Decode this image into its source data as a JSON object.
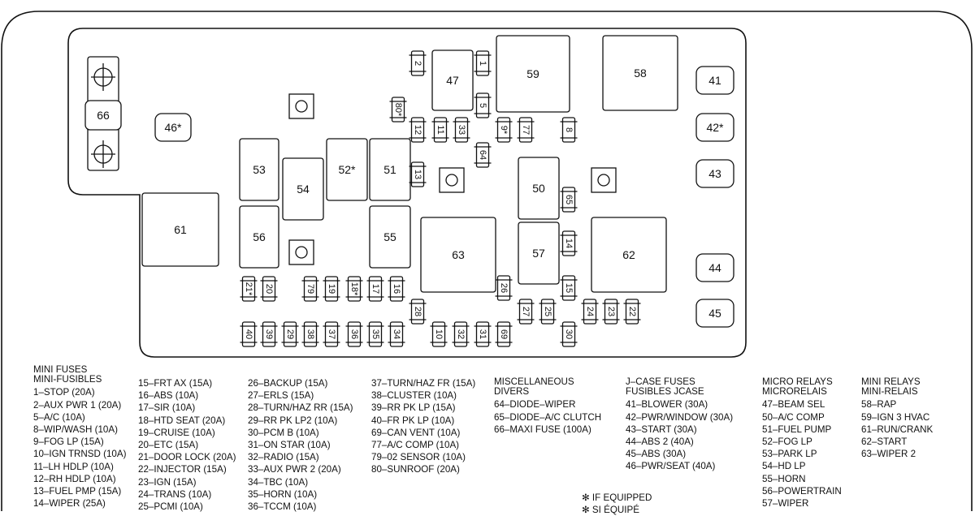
{
  "components": {
    "fuse_66": "66",
    "relay_46": "46*",
    "relay_41": "41",
    "relay_42": "42*",
    "relay_43": "43",
    "relay_44": "44",
    "relay_45": "45",
    "relay_59": "59",
    "relay_58": "58",
    "relay_47": "47",
    "relay_53": "53",
    "relay_54": "54",
    "relay_52": "52*",
    "relay_51": "51",
    "relay_61": "61",
    "relay_56": "56",
    "relay_55": "55",
    "relay_63": "63",
    "relay_50": "50",
    "relay_57": "57",
    "relay_62": "62",
    "fuse_2": "2",
    "fuse_1": "1",
    "fuse_5": "5",
    "fuse_80": "80*",
    "fuse_12": "12",
    "fuse_11": "11",
    "fuse_33": "33",
    "fuse_9": "9*",
    "fuse_77": "77",
    "fuse_8": "8",
    "fuse_64": "64",
    "fuse_13": "13",
    "fuse_65": "65",
    "fuse_14": "14",
    "fuse_15": "15",
    "fuse_26": "26",
    "fuse_21": "21*",
    "fuse_20": "20",
    "fuse_79": "79",
    "fuse_19": "19",
    "fuse_18": "18*",
    "fuse_17": "17",
    "fuse_16": "16",
    "fuse_28": "28",
    "fuse_27": "27",
    "fuse_25": "25",
    "fuse_24": "24",
    "fuse_23": "23",
    "fuse_22": "22",
    "fuse_40": "40",
    "fuse_39": "39",
    "fuse_29": "29",
    "fuse_38": "38",
    "fuse_37": "37",
    "fuse_36": "36",
    "fuse_35": "35",
    "fuse_34": "34",
    "fuse_10": "10",
    "fuse_32": "32",
    "fuse_31": "31",
    "fuse_69": "69",
    "fuse_30": "30"
  },
  "legend": {
    "mini_fuses": {
      "title": "MINI FUSES",
      "title_fr": "MINI-FUSIBLES",
      "items": [
        "1–STOP (20A)",
        "2–AUX PWR 1 (20A)",
        "5–A/C (10A)",
        "8–WIP/WASH (10A)",
        "9–FOG LP (15A)",
        "10–IGN TRNSD (10A)",
        "11–LH HDLP (10A)",
        "12–RH HDLP (10A)",
        "13–FUEL PMP (15A)",
        "14–WIPER (25A)"
      ]
    },
    "col2": [
      "15–FRT AX (15A)",
      "16–ABS (10A)",
      "17–SIR (10A)",
      "18–HTD SEAT (20A)",
      "19–CRUISE (10A)",
      "20–ETC (15A)",
      "21–DOOR LOCK (20A)",
      "22–INJECTOR (15A)",
      "23–IGN (15A)",
      "24–TRANS (10A)",
      "25–PCMI (10A)"
    ],
    "col3": [
      "26–BACKUP (15A)",
      "27–ERLS (15A)",
      "28–TURN/HAZ RR (15A)",
      "29–RR PK LP2 (10A)",
      "30–PCM B (10A)",
      "31–ON STAR (10A)",
      "32–RADIO (15A)",
      "33–AUX PWR 2 (20A)",
      "34–TBC (10A)",
      "35–HORN (10A)",
      "36–TCCM (10A)"
    ],
    "col4": [
      "37–TURN/HAZ FR (15A)",
      "38–CLUSTER (10A)",
      "39–RR PK LP (15A)",
      "40–FR PK LP (10A)",
      "69–CAN VENT (10A)",
      "77–A/C COMP (10A)",
      "79–02 SENSOR (10A)",
      "80–SUNROOF (20A)"
    ],
    "misc": {
      "title": "MISCELLANEOUS",
      "title_fr": "DIVERS",
      "items": [
        "64–DIODE–WIPER",
        "65–DIODE–A/C CLUTCH",
        "66–MAXI FUSE (100A)"
      ]
    },
    "jcase": {
      "title": "J–CASE FUSES",
      "title_fr": "FUSIBLES JCASE",
      "items": [
        "41–BLOWER (30A)",
        "42–PWR/WINDOW (30A)",
        "43–START (30A)",
        "44–ABS 2 (40A)",
        "45–ABS (30A)",
        "46–PWR/SEAT (40A)"
      ]
    },
    "micro_relays": {
      "title": "MICRO RELAYS",
      "title_fr": "MICRORELAIS",
      "items": [
        "47–BEAM SEL",
        "50–A/C COMP",
        "51–FUEL PUMP",
        "52–FOG LP",
        "53–PARK LP",
        "54–HD LP",
        "55–HORN",
        "56–POWERTRAIN",
        "57–WIPER"
      ]
    },
    "mini_relays": {
      "title": "MINI RELAYS",
      "title_fr": "MINI-RELAIS",
      "items": [
        "58–RAP",
        "59–IGN 3 HVAC",
        "61–RUN/CRANK",
        "62–START",
        "63–WIPER 2"
      ]
    },
    "note": {
      "line1": "✻ IF EQUIPPED",
      "line2": "✻ SI ÉQUIPÉ"
    }
  }
}
